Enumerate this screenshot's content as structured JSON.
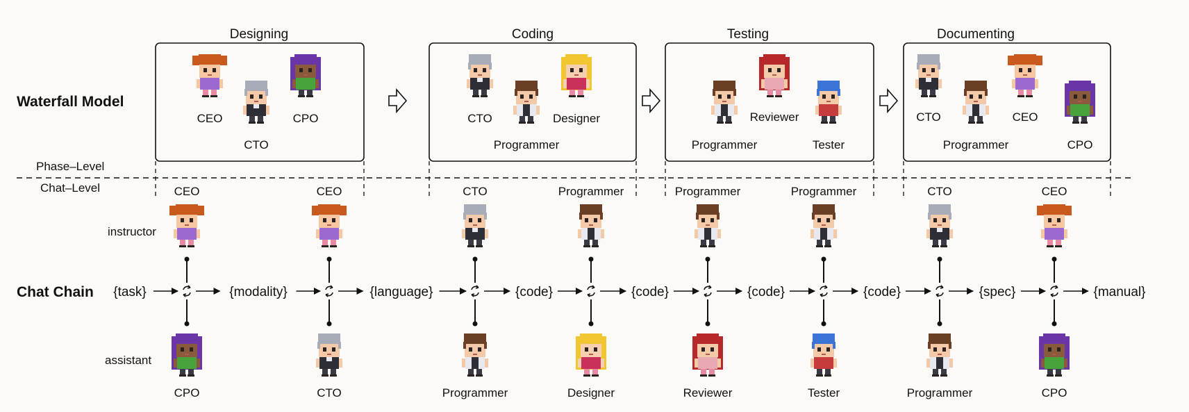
{
  "labels": {
    "waterfall_model": "Waterfall Model",
    "phase_level": "Phase–Level",
    "chat_level": "Chat–Level",
    "chat_chain": "Chat Chain",
    "instructor": "instructor",
    "assistant": "assistant"
  },
  "colors": {
    "background": "#fcfaf6",
    "CEO": {
      "hair": "#c85a1e",
      "shirt": "#9b6ad0",
      "skin": "#f6c7a0"
    },
    "CTO": {
      "hair": "#a7acb8",
      "shirt": "#2e2e36",
      "skin": "#f4c9a8"
    },
    "CPO": {
      "hair": "#6a35a6",
      "shirt": "#48a33c",
      "skin": "#8a5a3c"
    },
    "Programmer": {
      "hair": "#6b3f26",
      "shirt": "#e7e9ef",
      "skin": "#f4c9a8"
    },
    "Designer": {
      "hair": "#f2c631",
      "shirt": "#c9305a",
      "skin": "#f6cfb0"
    },
    "Reviewer": {
      "hair": "#b7282a",
      "shirt": "#e8a9b3",
      "skin": "#f4c9a8"
    },
    "Tester": {
      "hair": "#3b74d6",
      "shirt": "#c63c3c",
      "skin": "#f4c9a8"
    }
  },
  "phases": [
    {
      "name": "Designing",
      "members": [
        {
          "role": "CEO",
          "label": "CEO"
        },
        {
          "role": "CTO",
          "label": "CTO"
        },
        {
          "role": "CPO",
          "label": "CPO"
        }
      ]
    },
    {
      "name": "Coding",
      "members": [
        {
          "role": "CTO",
          "label": "CTO"
        },
        {
          "role": "Programmer",
          "label": "Programmer"
        },
        {
          "role": "Designer",
          "label": "Designer"
        }
      ]
    },
    {
      "name": "Testing",
      "members": [
        {
          "role": "Programmer",
          "label": "Programmer"
        },
        {
          "role": "Reviewer",
          "label": "Reviewer"
        },
        {
          "role": "Tester",
          "label": "Tester"
        }
      ]
    },
    {
      "name": "Documenting",
      "members": [
        {
          "role": "CTO",
          "label": "CTO"
        },
        {
          "role": "Programmer",
          "label": "Programmer"
        },
        {
          "role": "CEO",
          "label": "CEO"
        },
        {
          "role": "CPO",
          "label": "CPO"
        }
      ]
    }
  ],
  "chat_chain": {
    "artifacts": [
      "{task}",
      "{modality}",
      "{language}",
      "{code}",
      "{code}",
      "{code}",
      "{code}",
      "{spec}",
      "{manual}"
    ],
    "chats": [
      {
        "instructor": "CEO",
        "assistant": "CPO"
      },
      {
        "instructor": "CEO",
        "assistant": "CTO"
      },
      {
        "instructor": "CTO",
        "assistant": "Programmer"
      },
      {
        "instructor": "Programmer",
        "assistant": "Designer"
      },
      {
        "instructor": "Programmer",
        "assistant": "Reviewer"
      },
      {
        "instructor": "Programmer",
        "assistant": "Tester"
      },
      {
        "instructor": "CTO",
        "assistant": "Programmer"
      },
      {
        "instructor": "CEO",
        "assistant": "CPO"
      }
    ]
  }
}
